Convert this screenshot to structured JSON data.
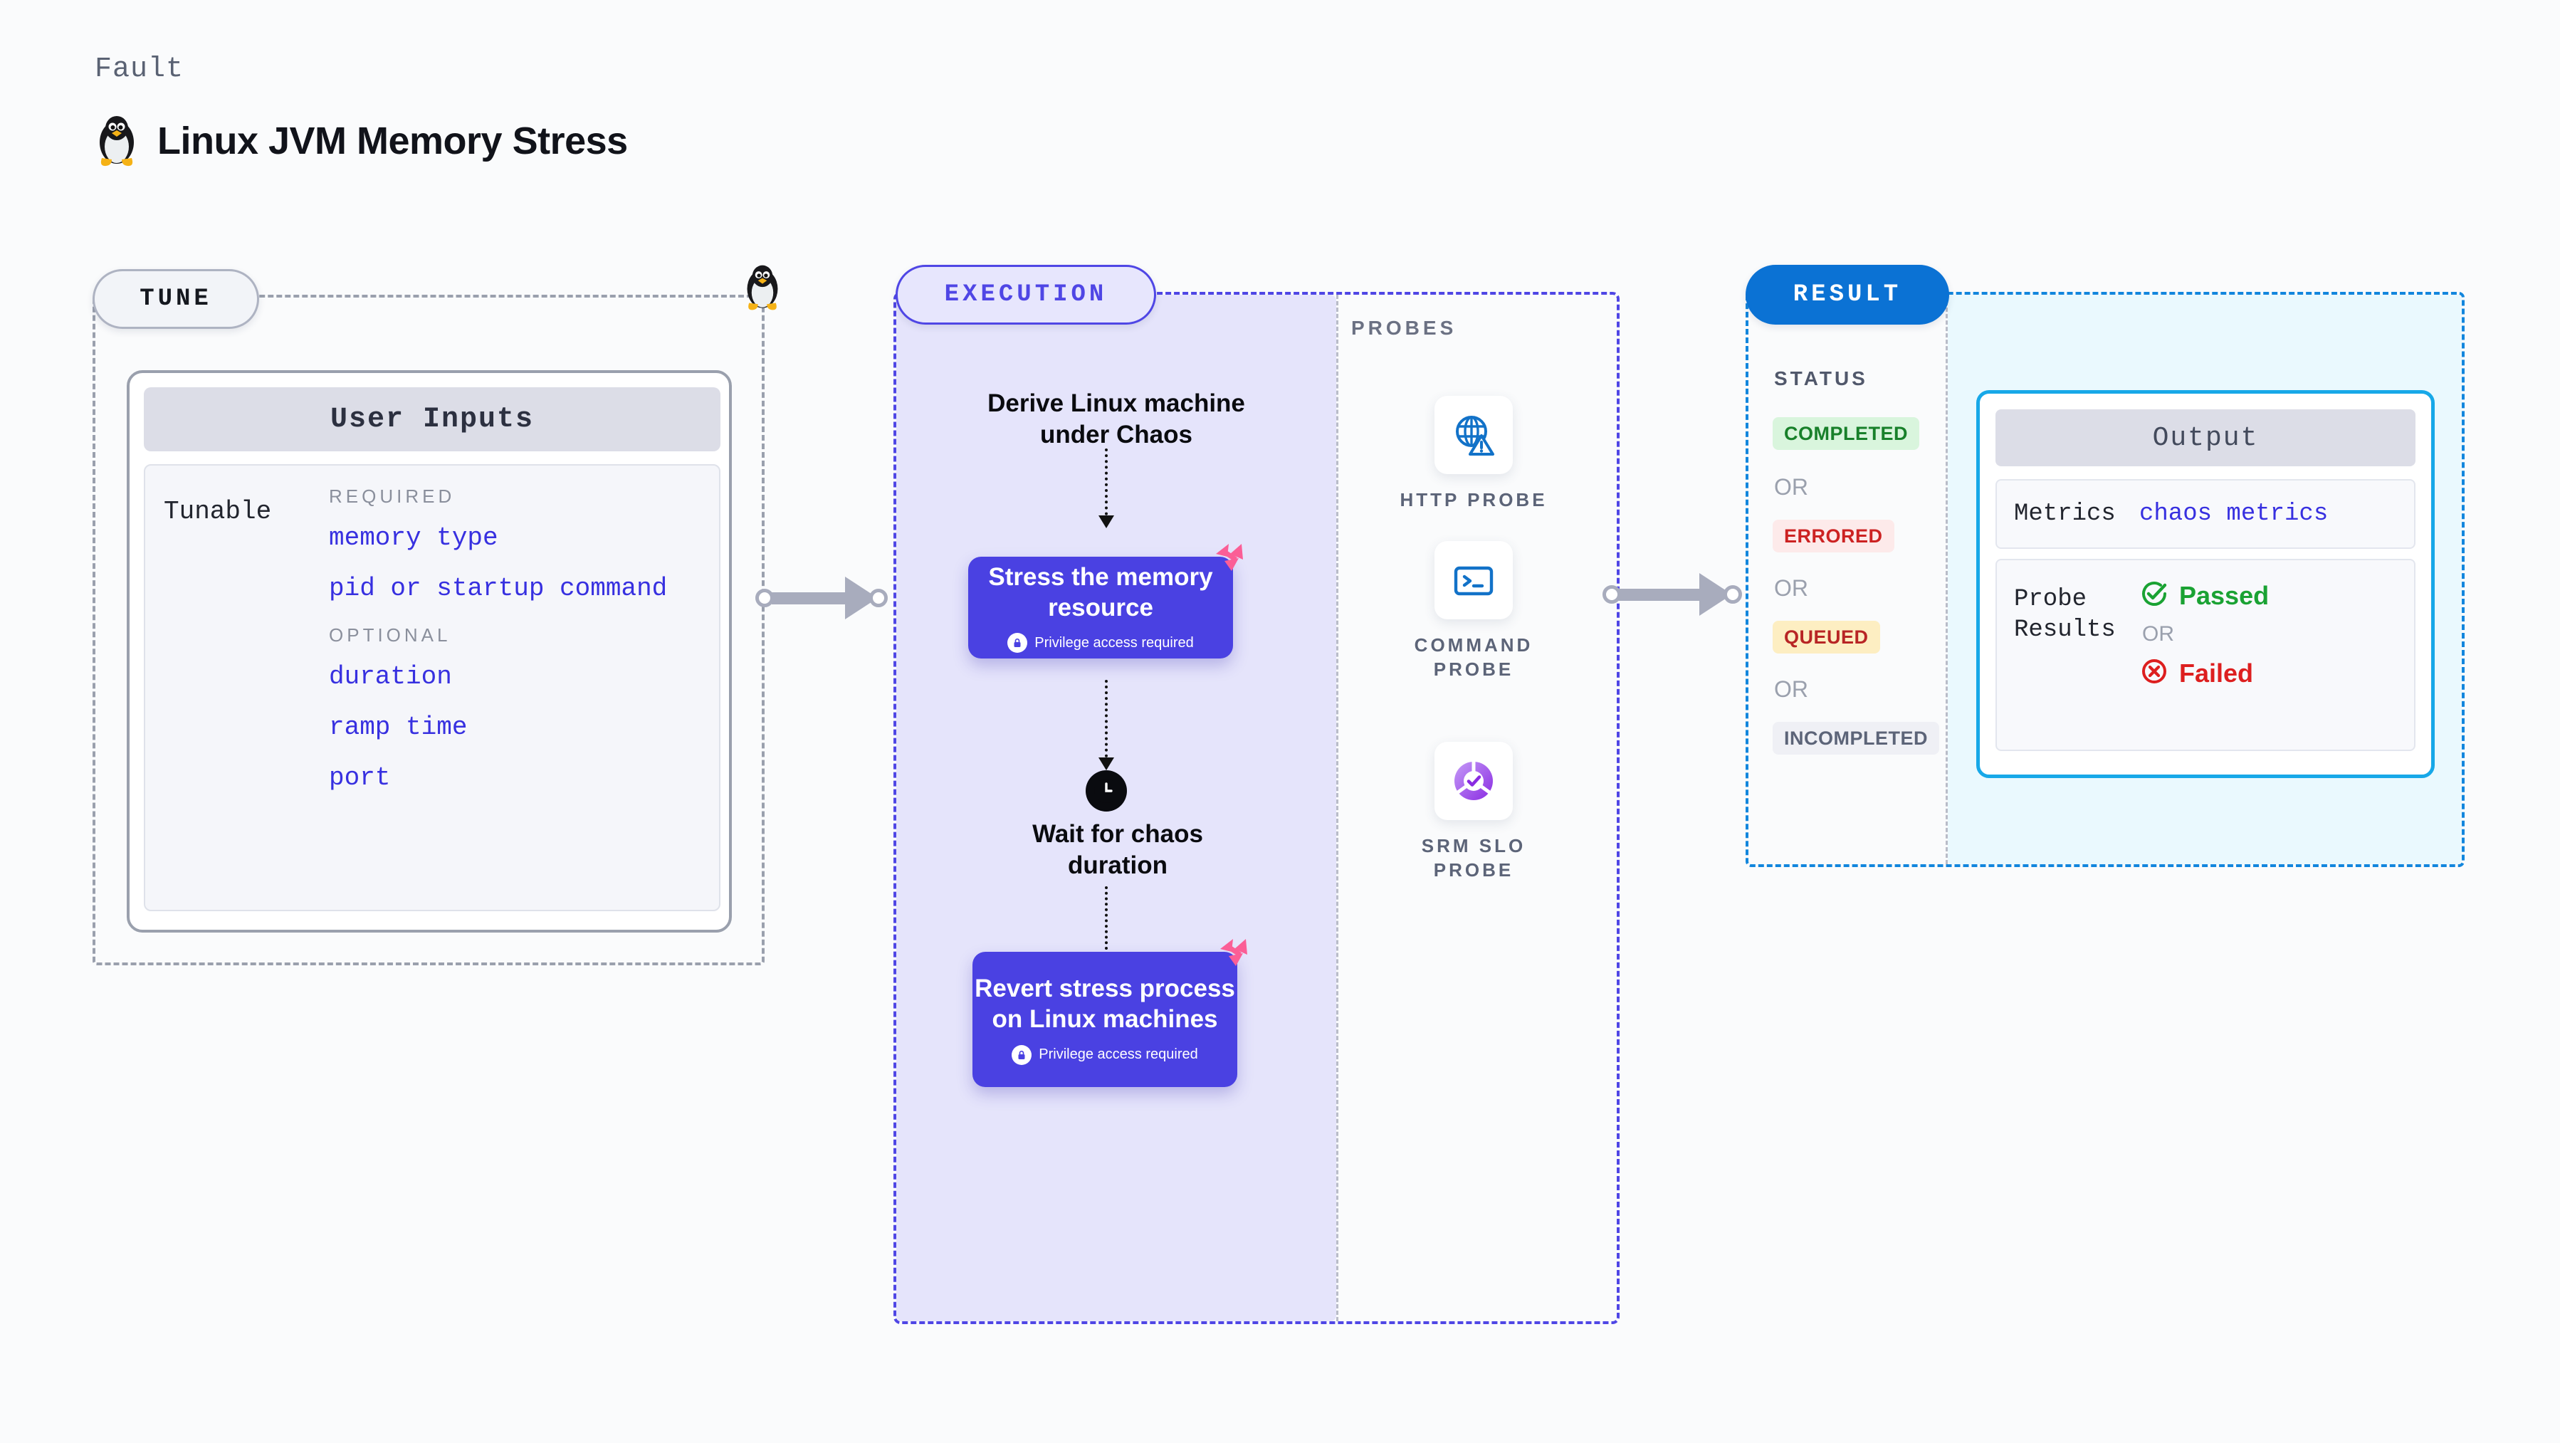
{
  "header": {
    "kicker": "Fault",
    "title": "Linux JVM Memory Stress",
    "icon": "linux-penguin-icon"
  },
  "colors": {
    "page_background": "#fafbfc",
    "tune_border": "#9aa0ad",
    "execution_accent": "#4f46e5",
    "execution_fill": "#e5e4fb",
    "result_accent": "#0b72d4",
    "output_border": "#17a8e8",
    "output_fill": "#eaf9fe",
    "action_card": "#4a41e2",
    "chaos_badge": "#fb5e96",
    "link_text": "#3730e0",
    "passed_green": "#1aa233",
    "failed_red": "#dd1f1f"
  },
  "tune": {
    "pill_label": "TUNE",
    "card_title": "User Inputs",
    "row_label": "Tunable",
    "groups": [
      {
        "label": "REQUIRED",
        "items": [
          "memory type",
          "pid or startup command"
        ]
      },
      {
        "label": "OPTIONAL",
        "items": [
          "duration",
          "ramp time",
          "port"
        ]
      }
    ]
  },
  "execution": {
    "pill_label": "EXECUTION",
    "steps": [
      {
        "type": "text",
        "label": "Derive Linux machine under Chaos"
      },
      {
        "type": "action",
        "label": "Stress the memory resource",
        "note": "Privilege access required",
        "note_icon": "lock-icon",
        "badge_icon": "chaos-badge-icon"
      },
      {
        "type": "wait",
        "label": "Wait for chaos duration",
        "icon": "clock-icon"
      },
      {
        "type": "action",
        "label": "Revert stress process on Linux machines",
        "note": "Privilege access required",
        "note_icon": "lock-icon",
        "badge_icon": "chaos-badge-icon"
      }
    ]
  },
  "probes": {
    "section_label": "PROBES",
    "items": [
      {
        "name": "HTTP PROBE",
        "icon": "globe-warning-icon"
      },
      {
        "name": "COMMAND PROBE",
        "icon": "terminal-icon"
      },
      {
        "name": "SRM SLO PROBE",
        "icon": "slo-donut-check-icon"
      }
    ]
  },
  "result": {
    "pill_label": "RESULT",
    "status_label": "STATUS",
    "or_label": "OR",
    "statuses": [
      {
        "label": "COMPLETED",
        "tone": "success"
      },
      {
        "label": "ERRORED",
        "tone": "error"
      },
      {
        "label": "QUEUED",
        "tone": "warning"
      },
      {
        "label": "INCOMPLETED",
        "tone": "neutral"
      }
    ],
    "output": {
      "title": "Output",
      "metrics_key": "Metrics",
      "metrics_value": "chaos metrics",
      "probe_results_key": "Probe Results",
      "passed_label": "Passed",
      "passed_icon": "check-circle-icon",
      "or_label": "OR",
      "failed_label": "Failed",
      "failed_icon": "x-circle-icon"
    }
  }
}
